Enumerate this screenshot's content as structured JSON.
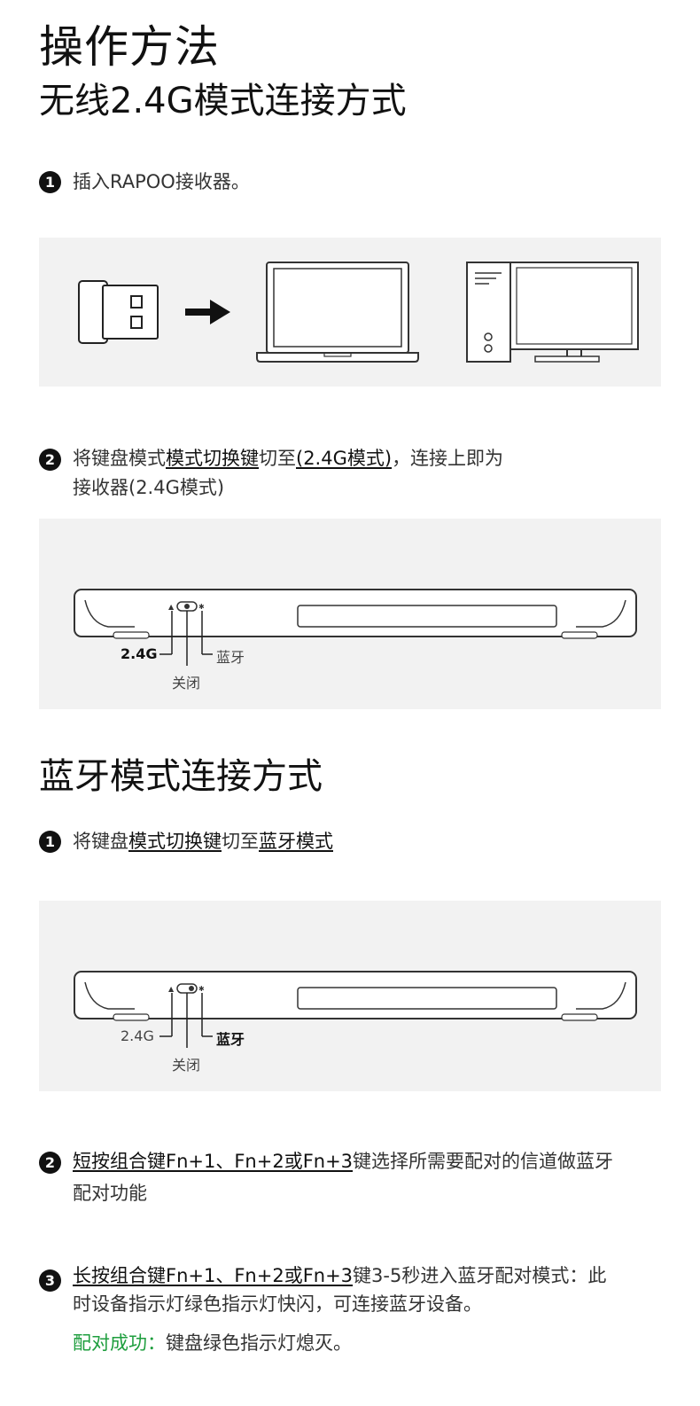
{
  "header": {
    "title": "操作方法",
    "subtitle": "无线2.4G模式连接方式"
  },
  "wireless_section": {
    "step1": {
      "number": "1",
      "text": "插入RAPOO接收器。"
    },
    "step2": {
      "number": "2",
      "pre": "将键盘模式",
      "key": "模式切换键",
      "mid": "切至",
      "mode": "(2.4G模式)",
      "post": "，连接上即为",
      "line2": "接收器(2.4G模式)"
    },
    "switch_labels": {
      "left": "2.4G",
      "center": "关闭",
      "right": "蓝牙"
    }
  },
  "bluetooth_section": {
    "title": "蓝牙模式连接方式",
    "step1": {
      "number": "1",
      "pre": "将键盘",
      "key": "模式切换键",
      "mid": "切至",
      "mode": "蓝牙模式"
    },
    "switch_labels": {
      "left": "2.4G",
      "center": "关闭",
      "right": "蓝牙"
    },
    "step2": {
      "number": "2",
      "combo": "短按组合键Fn+1、Fn+2或Fn+3",
      "post": "键选择所需要配对的信道做蓝牙",
      "line2": "配对功能"
    },
    "step3": {
      "number": "3",
      "combo": "长按组合键Fn+1、Fn+2或Fn+3",
      "post": "键3-5秒进入蓝牙配对模式：此",
      "line2": "时设备指示灯绿色指示灯快闪，可连接蓝牙设备。",
      "success_label": "配对成功：",
      "success_text": "键盘绿色指示灯熄灭。"
    }
  },
  "colors": {
    "accent_green": "#1e9e3e",
    "panel_bg": "#f2f2f2",
    "text": "#1a1a1a"
  }
}
